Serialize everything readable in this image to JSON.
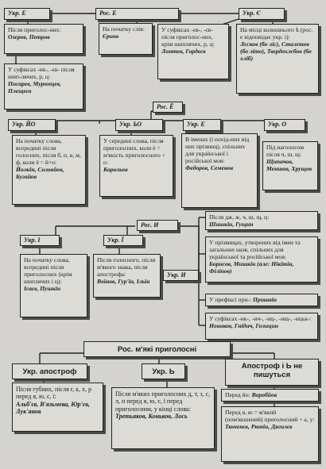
{
  "section_e": {
    "top": "Рос. Е",
    "left_header": "Укр. Е",
    "right_header": "Укр. Є",
    "box1_text": "Після приголос-них:",
    "box1_ex": "Озеров, Петров",
    "box2_text": "У суфіксах -ев-, -єв- після шип-лячих, р, ц:",
    "box2_ex": "Писарев, Муромцев, Плещеєв",
    "box3_text": "На початку слів:",
    "box3_ex": "Єриов",
    "box4_text": "У суфіксах -ев-, -єв- після приголос-них, крім шиплячих, р, ц:",
    "box4_ex": "Ломтев, Гордеєв",
    "box5_text": "На місці колишнього ѣ (рос. е відповідає укр. і):",
    "box5_ex": "Лєсков (бо ліс), Сталєтов (бо літо), Твердохлєбов (бо хліб)"
  },
  "section_yo": {
    "top": "Рос. Ё",
    "h1": "Укр. ЙО",
    "h2": "Укр. ЬО",
    "h3": "Укр. Е",
    "h4": "Укр. О",
    "b1_text": "На початку слова, всередині після голосних, після б, п, в, м, ф, коли ё = й+о:",
    "b1_ex": "Йолкін, Соловйов, Бугайов",
    "b2_text": "У середині слова, після приголосних, коли ё = м'якість приголосного + о:",
    "b2_ex": "Корольов",
    "b3_text": "В іменах (і похід-них від них прізвищ), спільних для української і російської мов:",
    "b3_ex": "Федоров, Семенов",
    "b4_text": "Під наголосом після ч, ш, щ:",
    "b4_ex": "Щипачов, Меншов, Хрущов"
  },
  "section_i": {
    "top": "Рос. И",
    "h1": "Укр. І",
    "h2": "Укр. Ї",
    "h3": "Укр. И",
    "b1_text": "На початку слова, всередині після приголосних (крім шиплячих і ц):",
    "b1_ex": "Ісаєв, Пушкін",
    "b2_text": "Після голосного, після м'якого знака, після апострофа:",
    "b2_ex": "Воїнов, Гур'їн, Ільїн",
    "r1_text": "Після дж, ж, ч, ш, щ, ц:",
    "r1_ex": "Шишкін, Гущин",
    "r2_text": "У прізвищах, утворених від імен та загальних назв, спільних для української та російської мов:",
    "r2_ex": "Борисов, Мишкін (але: Нікітін, Філіпов)",
    "r3_text": "У префіксі при-:",
    "r3_ex": "Пришвін",
    "r4_text": "У суфіксах -ик-, -ич-, -иц-, -ищ-, -ицьк-:",
    "r4_ex": "Новиков, Гнідич, Голицин"
  },
  "section_soft": {
    "top": "Рос. м'які приголосні",
    "h1": "Укр. апостроф",
    "h2": "Укр. Ь",
    "h3": "Апостроф і Ь не пишуться",
    "b1_text": "Після губних, після г, к, х, р перед я, ю, є, ї:",
    "b1_ex": "Альб'єв, В'язьмева, Юр'єв, Лук'янов",
    "b2_text": "Після м'яких приголосних д, т, з, с, л, н перед я, ю, є, ї перед приголосним, у кінці слова:",
    "b2_ex": "Третьяков, Коньков, Лось",
    "b3_text": "Перед йо:",
    "b3_ex": "Воробйов",
    "b4_text": "Перед я, ю = м'який (пом'якшений) приголосний + а, у:",
    "b4_ex": "Тюменєв, Рюмін, Дягилєв"
  }
}
